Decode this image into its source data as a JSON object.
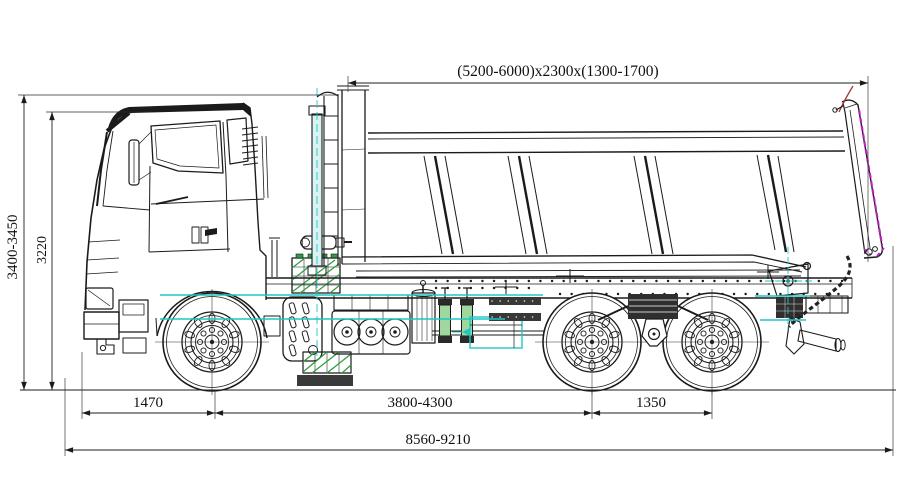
{
  "drawing": {
    "dimension_labels": {
      "cargo_body": "(5200-6000)x2300x(1300-1700)",
      "overall_height": "3400-3450",
      "cab_height": "3220",
      "front_overhang": "1470",
      "wheelbase": "3800-4300",
      "rear_axle_spacing": "1350",
      "overall_length": "8560-9210"
    },
    "colors": {
      "line": "#1b1b1b",
      "centerline_cyan": "#21c6c6",
      "component_green": "#2e9e40",
      "tailgate_magenta": "#c21fc2",
      "pivot_red": "#a33636",
      "background": "#ffffff"
    }
  }
}
